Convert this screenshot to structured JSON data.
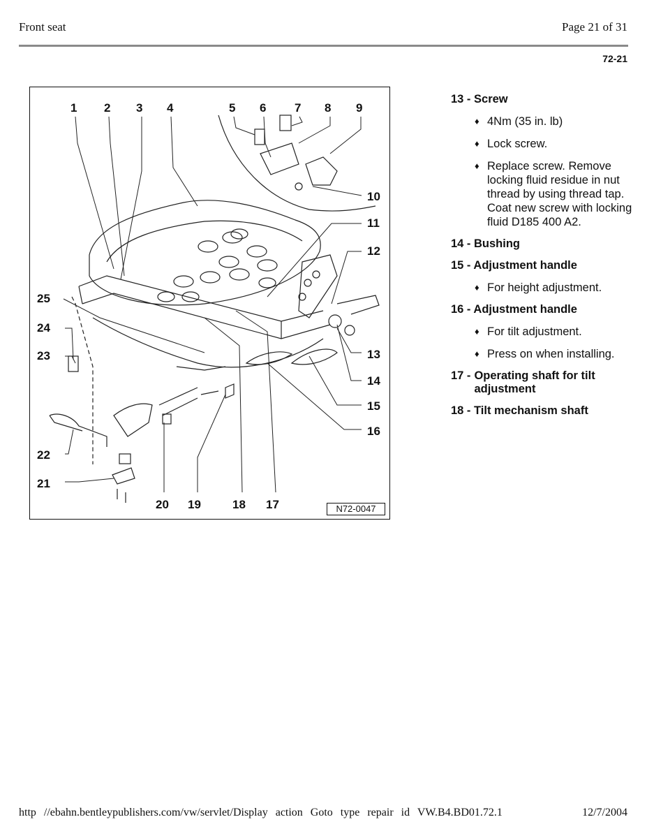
{
  "header": {
    "title": "Front seat",
    "page": "Page 21 of 31",
    "code": "72-21"
  },
  "figure": {
    "code": "N72-0047",
    "callouts": [
      "1",
      "2",
      "3",
      "4",
      "5",
      "6",
      "7",
      "8",
      "9",
      "10",
      "11",
      "12",
      "13",
      "14",
      "15",
      "16",
      "17",
      "18",
      "19",
      "20",
      "21",
      "22",
      "23",
      "24",
      "25"
    ]
  },
  "legend": [
    {
      "label": "13 - Screw",
      "notes": [
        "4Nm (35 in. lb)",
        "Lock screw.",
        "Replace screw. Remove locking fluid residue in nut thread by using thread tap. Coat new screw with locking fluid D185 400 A2."
      ]
    },
    {
      "label": "14 - Bushing",
      "notes": []
    },
    {
      "label": "15 - Adjustment handle",
      "notes": [
        "For height adjustment."
      ]
    },
    {
      "label": "16 - Adjustment handle",
      "notes": [
        "For tilt adjustment.",
        "Press on when installing."
      ]
    },
    {
      "label_num": "17 -",
      "label_text": "Operating shaft for tilt adjustment",
      "notes": []
    },
    {
      "label": "18 - Tilt mechanism shaft",
      "notes": []
    }
  ],
  "footer": {
    "url": "http //ebahn.bentleypublishers.com/vw/servlet/Display action Goto type repair id VW.B4.BD01.72.1",
    "date": "12/7/2004"
  }
}
